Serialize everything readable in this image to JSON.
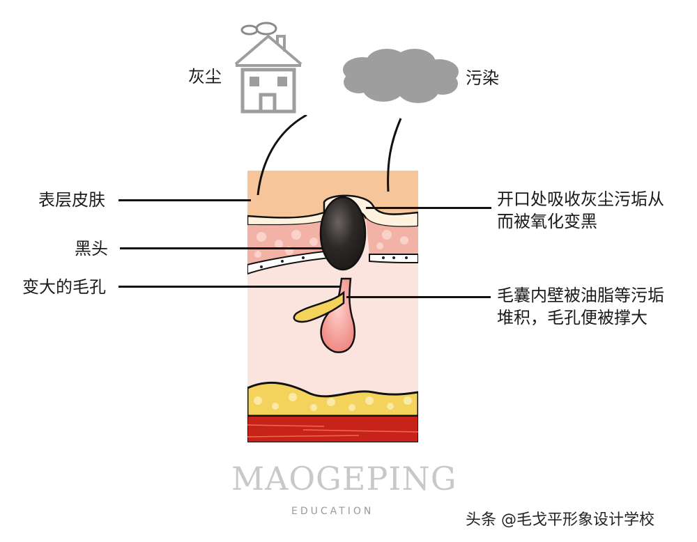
{
  "top_icons": {
    "house": {
      "label": "灰尘",
      "icon": "house-with-smoke-icon"
    },
    "cloud": {
      "label": "污染",
      "icon": "cloud-icon"
    }
  },
  "left_labels": [
    {
      "id": "epidermis",
      "text": "表层皮肤"
    },
    {
      "id": "blackhead",
      "text": "黑头"
    },
    {
      "id": "enlarged-pore",
      "text": "变大的毛孔"
    }
  ],
  "right_descriptions": [
    {
      "id": "oxidation",
      "text": "开口处吸收灰尘污垢从而被氧化变黑"
    },
    {
      "id": "follicle",
      "text": "毛囊内壁被油脂等污垢堆积，毛孔便被撑大"
    }
  ],
  "watermark": {
    "brand": "MAOGEPING",
    "sub": "EDUCATION"
  },
  "credit": "头条 @毛戈平形象设计学校",
  "colors": {
    "epidermis": "#f6c59a",
    "dermis_pink": "#f2b3a6",
    "dermis_light": "#fbe3de",
    "blackhead": "#2a2624",
    "fat_yellow": "#f3d35c",
    "muscle_red": "#c8231a",
    "icon_gray": "#9e9e9e"
  }
}
